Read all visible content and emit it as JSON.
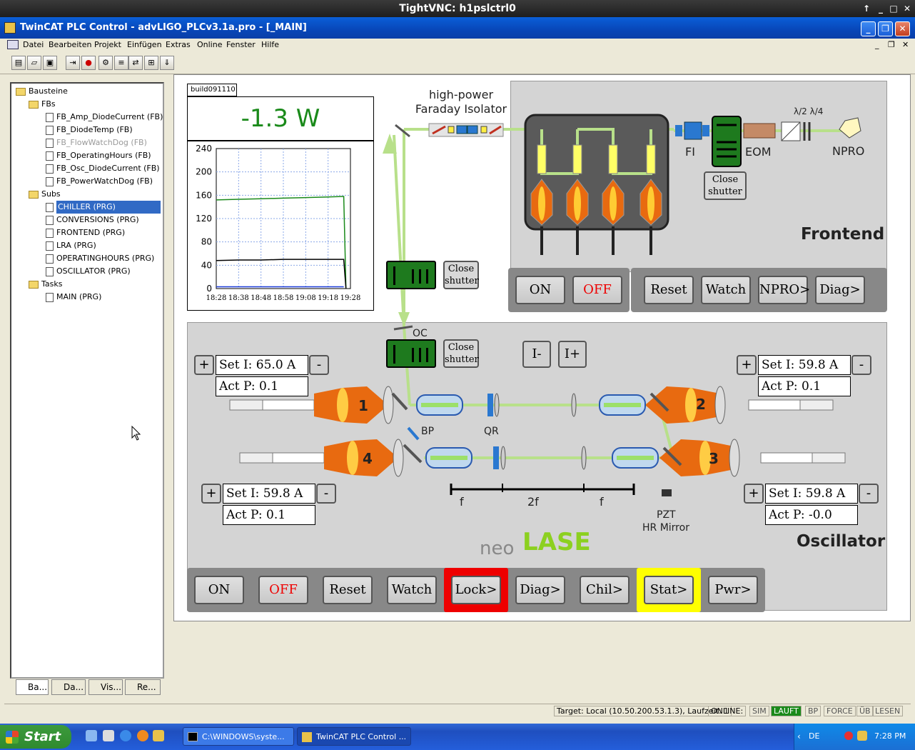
{
  "vnc": {
    "title": "TightVNC: h1pslctrl0"
  },
  "app": {
    "title": "TwinCAT PLC Control - advLIGO_PLCv3.1a.pro - [_MAIN]"
  },
  "menu": [
    "Datei",
    "Bearbeiten",
    "Projekt",
    "Einfügen",
    "Extras",
    "Online",
    "Fenster",
    "Hilfe"
  ],
  "tree": {
    "root": "Bausteine",
    "fbs_label": "FBs",
    "fbs": [
      "FB_Amp_DiodeCurrent (FB)",
      "FB_DiodeTemp (FB)",
      "FB_FlowWatchDog (FB)",
      "FB_OperatingHours (FB)",
      "FB_Osc_DiodeCurrent (FB)",
      "FB_PowerWatchDog (FB)"
    ],
    "subs_label": "Subs",
    "subs": [
      "CHILLER (PRG)",
      "CONVERSIONS (PRG)",
      "FRONTEND (PRG)",
      "LRA (PRG)",
      "OPERATINGHOURS (PRG)",
      "OSCILLATOR (PRG)"
    ],
    "tasks_label": "Tasks",
    "tasks": [
      "MAIN (PRG)"
    ]
  },
  "bottom_tabs": [
    "Ba...",
    "Da...",
    "Vis...",
    "Re..."
  ],
  "viz": {
    "build": "build091110",
    "power": "-1.3 W",
    "faraday": "high-power\nFaraday Isolator",
    "fi": "FI",
    "eom": "EOM",
    "npro": "NPRO",
    "waveplates": "λ/2 λ/4",
    "close_shutter": "Close shutter",
    "frontend_title": "Frontend",
    "oscillator_title": "Oscillator",
    "oc": "OC",
    "bp": "BP",
    "qr": "QR",
    "pzt": "PZT",
    "hr_mirror": "HR Mirror",
    "f1": "f",
    "f2": "2f",
    "f3": "f",
    "i_minus": "I-",
    "i_plus": "I+",
    "brand_neo": "neo",
    "brand_lase": "LASE",
    "heads": [
      "1",
      "2",
      "3",
      "4"
    ],
    "plus": "+",
    "minus": "-",
    "set1": "Set I: 65.0 A",
    "act1": "Act P: 0.1",
    "set2": "Set I: 59.8 A",
    "act2": "Act P: 0.1",
    "set3": "Set I: 59.8 A",
    "act3": "Act P: -0.0",
    "set4": "Set I: 59.8 A",
    "act4": "Act P: 0.1",
    "frontend_buttons": [
      "ON",
      "OFF",
      "Reset",
      "Watch",
      "NPRO>",
      "Diag>"
    ],
    "osc_buttons": [
      "ON",
      "OFF",
      "Reset",
      "Watch",
      "Lock>",
      "Diag>",
      "Chil>",
      "Stat>",
      "Pwr>"
    ]
  },
  "chart_data": {
    "type": "line",
    "title": "",
    "x": [
      "18:28",
      "18:38",
      "18:48",
      "18:58",
      "19:08",
      "19:18",
      "19:28"
    ],
    "ylim": [
      0,
      240
    ],
    "yticks": [
      0,
      40,
      80,
      120,
      160,
      200,
      240
    ],
    "series": [
      {
        "color": "#1a8a1a",
        "points": [
          [
            0,
            152
          ],
          [
            10,
            153
          ],
          [
            20,
            154
          ],
          [
            30,
            155
          ],
          [
            40,
            156
          ],
          [
            50,
            157
          ],
          [
            57,
            158
          ],
          [
            58,
            0
          ]
        ]
      },
      {
        "color": "#000000",
        "points": [
          [
            0,
            48
          ],
          [
            10,
            49
          ],
          [
            20,
            49
          ],
          [
            30,
            50
          ],
          [
            40,
            50
          ],
          [
            50,
            50
          ],
          [
            57,
            50
          ],
          [
            58,
            0
          ]
        ]
      },
      {
        "color": "#1a3ad8",
        "points": [
          [
            0,
            3
          ],
          [
            57,
            3
          ]
        ]
      }
    ],
    "grid": true
  },
  "status": {
    "target": "Target: Local (10.50.200.53.1.3), Laufzeit: 1",
    "online": "ONLINE:",
    "sim": "SIM",
    "lauft": "LAUFT",
    "bp": "BP",
    "force": "FORCE",
    "ub": "ÜB",
    "lesen": "LESEN"
  },
  "taskbar": {
    "start": "Start",
    "task1": "C:\\WINDOWS\\syste...",
    "task2": "TwinCAT PLC Control ...",
    "lang": "DE",
    "time": "7:28 PM"
  },
  "colors": {
    "shutter": "#1e7a1e",
    "beam": "#b8e08a",
    "accent_green": "#1a8a1a"
  }
}
